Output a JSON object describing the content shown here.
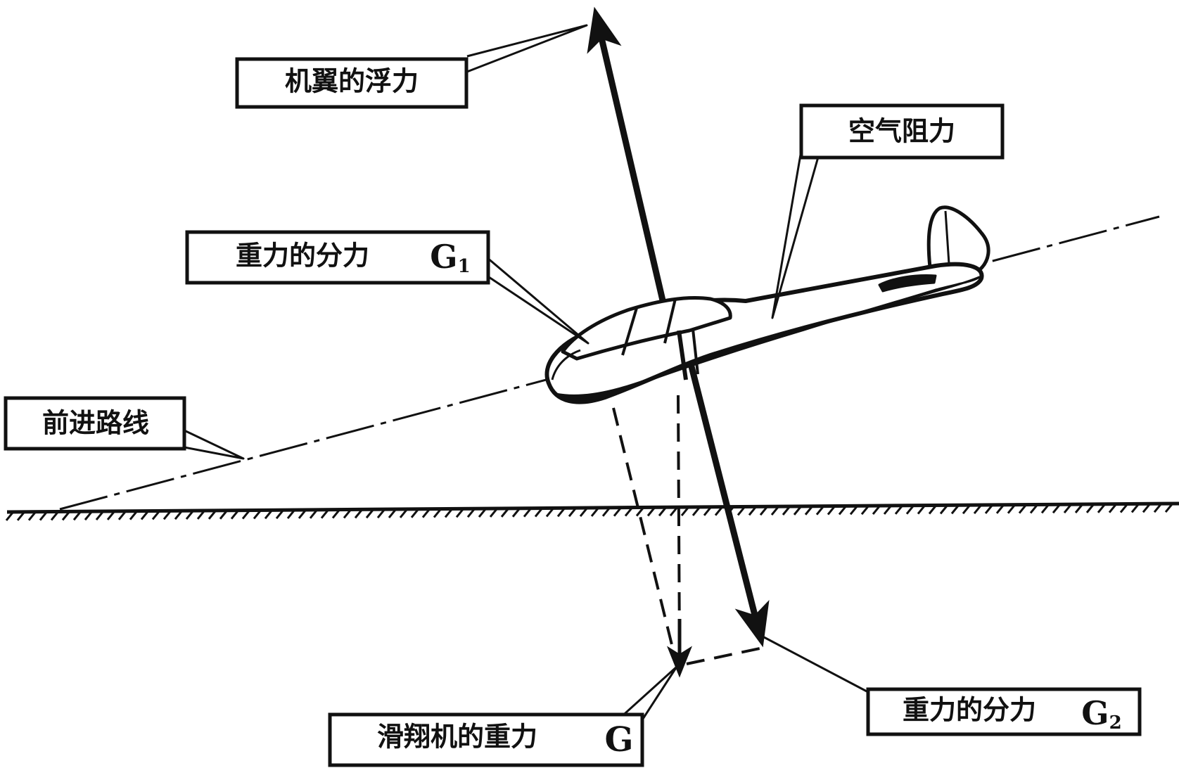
{
  "labels": {
    "lift": "机翼的浮力",
    "air_resistance": "空气阻力",
    "gravity_component_1": "重力的分力",
    "gravity_component_1_symbol": "G",
    "gravity_component_1_subscript": "1",
    "flight_path": "前进路线",
    "glider_gravity": "滑翔机的重力",
    "glider_gravity_symbol": "G",
    "gravity_component_2": "重力的分力",
    "gravity_component_2_symbol": "G",
    "gravity_component_2_subscript": "2"
  },
  "colors": {
    "ink": "#111111",
    "paper": "#ffffff"
  }
}
